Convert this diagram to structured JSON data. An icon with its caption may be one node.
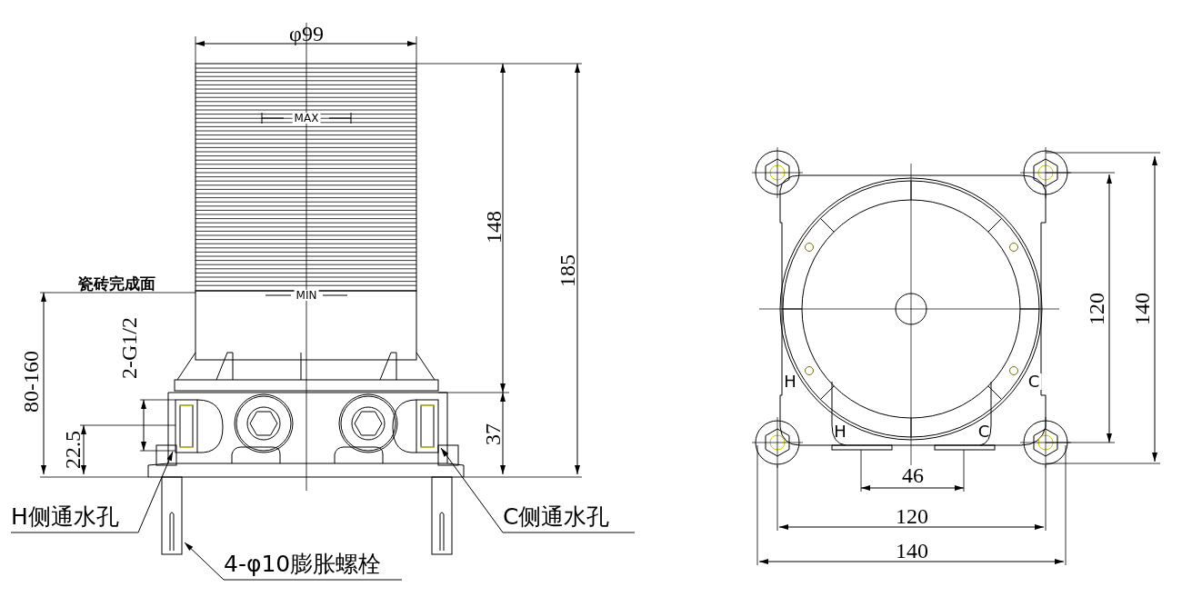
{
  "diagram": {
    "nodes": [
      {
        "text": [
          "H侧通水孔"
        ]
      },
      {
        "text": [
          "C侧通水孔"
        ]
      },
      {
        "text": [
          "4-φ10膨胀螺栓"
        ]
      }
    ],
    "edges": [
      {
        "from": 0,
        "to": null,
        "arrow": "to"
      },
      {
        "from": 1,
        "to": null,
        "arrow": "to"
      },
      {
        "from": 2,
        "to": null,
        "arrow": "to"
      }
    ],
    "labels": [
      "φ99",
      "MAX",
      "148",
      "185",
      "瓷砖完成面",
      "MIN",
      "2-G1/2",
      "80-160",
      "22.5",
      "37",
      "H",
      "C",
      "H",
      "C",
      "120",
      "140",
      "46",
      "120",
      "140"
    ]
  }
}
